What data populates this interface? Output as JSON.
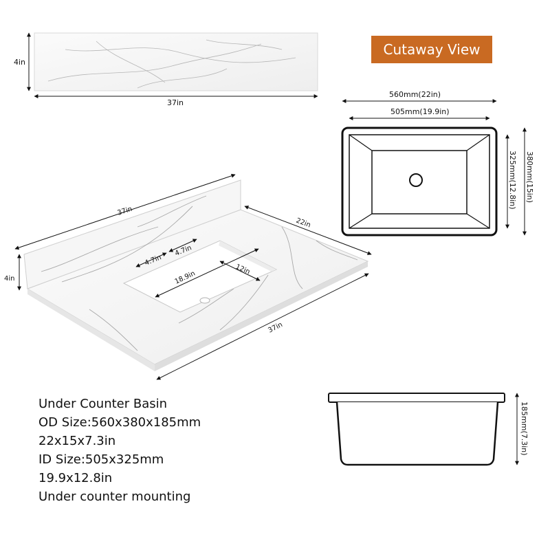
{
  "badge": {
    "label": "Cutaway View",
    "color": "#c96a22"
  },
  "backsplash": {
    "height_label": "4in",
    "width_label": "37in"
  },
  "countertop": {
    "back_length_label": "37in",
    "depth_label": "22in",
    "splash_height_label": "4in",
    "front_length_label": "37in",
    "cutout_left_label": "4.7in",
    "cutout_right_label": "4.7in",
    "cutout_width_label": "18.9in",
    "cutout_depth_label": "12in"
  },
  "top_view": {
    "outer_width_label": "560mm(22in)",
    "inner_width_label": "505mm(19.9in)",
    "inner_depth_label": "325mm(12.8in)",
    "outer_depth_label": "380mm(15in)"
  },
  "side_view": {
    "height_label": "185mm(7.3in)"
  },
  "specs": [
    "Under Counter Basin",
    "OD Size:560x380x185mm",
    "22x15x7.3in",
    "ID Size:505x325mm",
    "19.9x12.8in",
    "Under counter mounting"
  ]
}
